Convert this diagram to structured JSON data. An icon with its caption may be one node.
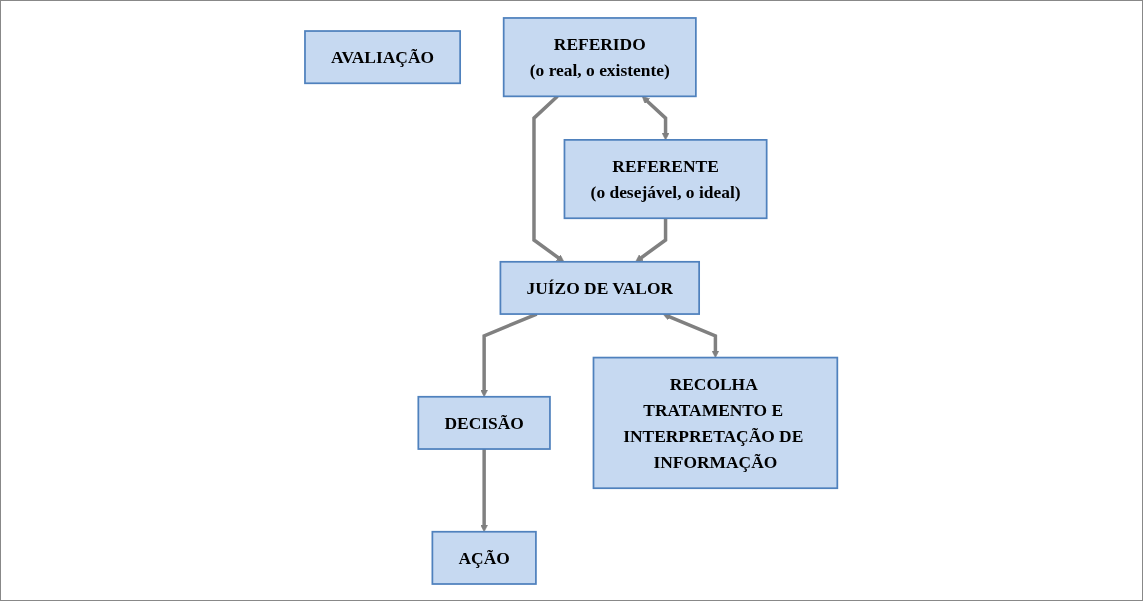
{
  "diagram": {
    "nodes": [
      {
        "text": [
          "AVALIAÇÃO"
        ]
      },
      {
        "text": [
          "REFERIDO",
          "(o real, o existente)"
        ]
      },
      {
        "text": [
          "REFERENTE",
          "(o desejável, o ideal)"
        ]
      },
      {
        "text": [
          "JUÍZO DE VALOR"
        ]
      },
      {
        "text": [
          "DECISÃO"
        ]
      },
      {
        "text": [
          "AÇÃO"
        ]
      },
      {
        "text": [
          "RECOLHA TRATAMENTO E INTERPRETAÇÃO DE INFORMAÇÃO"
        ]
      }
    ],
    "edges": [
      {
        "from": 1,
        "to": 2,
        "arrow": "both"
      },
      {
        "from": 1,
        "to": 3,
        "arrow": "to"
      },
      {
        "from": 2,
        "to": 3,
        "arrow": "to"
      },
      {
        "from": 3,
        "to": 6,
        "arrow": "both"
      },
      {
        "from": 3,
        "to": 4,
        "arrow": "to"
      },
      {
        "from": 4,
        "to": 5,
        "arrow": "to"
      }
    ]
  }
}
